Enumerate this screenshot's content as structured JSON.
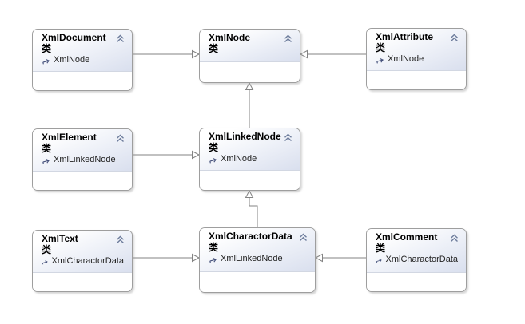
{
  "diagram": {
    "classes": {
      "xmlDocument": {
        "title": "XmlDocument",
        "kind": "类",
        "base": "XmlNode"
      },
      "xmlNode": {
        "title": "XmlNode",
        "kind": "类"
      },
      "xmlAttribute": {
        "title": "XmlAttribute",
        "kind": "类",
        "base": "XmlNode"
      },
      "xmlElement": {
        "title": "XmlElement",
        "kind": "类",
        "base": "XmlLinkedNode"
      },
      "xmlLinkedNode": {
        "title": "XmlLinkedNode",
        "kind": "类",
        "base": "XmlNode"
      },
      "xmlText": {
        "title": "XmlText",
        "kind": "类",
        "base": "XmlCharactorData"
      },
      "xmlCharactorData": {
        "title": "XmlCharactorData",
        "kind": "类",
        "base": "XmlLinkedNode"
      },
      "xmlComment": {
        "title": "XmlComment",
        "kind": "类",
        "base": "XmlCharactorData"
      }
    },
    "relations": [
      {
        "from": "XmlDocument",
        "to": "XmlNode",
        "type": "inheritance"
      },
      {
        "from": "XmlAttribute",
        "to": "XmlNode",
        "type": "inheritance"
      },
      {
        "from": "XmlLinkedNode",
        "to": "XmlNode",
        "type": "inheritance"
      },
      {
        "from": "XmlElement",
        "to": "XmlLinkedNode",
        "type": "inheritance"
      },
      {
        "from": "XmlCharactorData",
        "to": "XmlLinkedNode",
        "type": "inheritance"
      },
      {
        "from": "XmlText",
        "to": "XmlCharactorData",
        "type": "inheritance"
      },
      {
        "from": "XmlComment",
        "to": "XmlCharactorData",
        "type": "inheritance"
      }
    ],
    "colors": {
      "box_border": "#9e9e9e",
      "header_gradient_end": "#d9dfee",
      "connector": "#838383",
      "chevron": "#6e7d9c"
    }
  }
}
